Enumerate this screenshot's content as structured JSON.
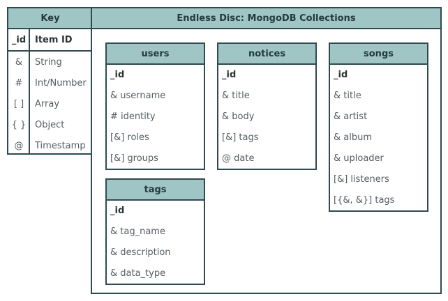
{
  "key": {
    "title": "Key",
    "rows": [
      {
        "symbol": "_id",
        "label": "Item ID"
      },
      {
        "symbol": "&",
        "label": "String"
      },
      {
        "symbol": "#",
        "label": "Int/Number"
      },
      {
        "symbol": "[ ]",
        "label": "Array"
      },
      {
        "symbol": "{ }",
        "label": "Object"
      },
      {
        "symbol": "@",
        "label": "Timestamp"
      }
    ]
  },
  "main": {
    "title": "Endless Disc: MongoDB Collections",
    "collections": [
      {
        "name": "users",
        "fields": [
          "_id",
          "& username",
          "# identity",
          "[&] roles",
          "[&] groups"
        ]
      },
      {
        "name": "notices",
        "fields": [
          "_id",
          "& title",
          "& body",
          "[&] tags",
          "@ date"
        ]
      },
      {
        "name": "songs",
        "fields": [
          "_id",
          "& title",
          "& artist",
          "& album",
          "& uploader",
          "[&] listeners",
          "[{&, &}] tags"
        ]
      },
      {
        "name": "tags",
        "fields": [
          "_id",
          "& tag_name",
          "& description",
          "& data_type"
        ]
      }
    ]
  },
  "colors": {
    "header_fill": "#9fc6c4",
    "border": "#2f4a50"
  }
}
